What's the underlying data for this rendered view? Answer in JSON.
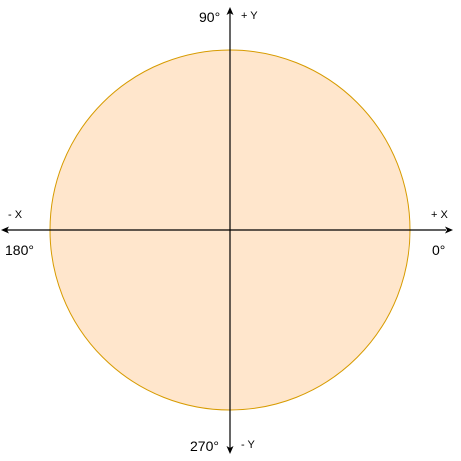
{
  "colors": {
    "circle_fill": "#ffe6cc",
    "circle_stroke": "#d79b00",
    "axis": "#000000"
  },
  "labels": {
    "pos_y": "+ Y",
    "neg_y": "- Y",
    "pos_x": "+ X",
    "neg_x": "- X",
    "deg_90": "90°",
    "deg_270": "270°",
    "deg_0": "0°",
    "deg_180": "180°"
  }
}
